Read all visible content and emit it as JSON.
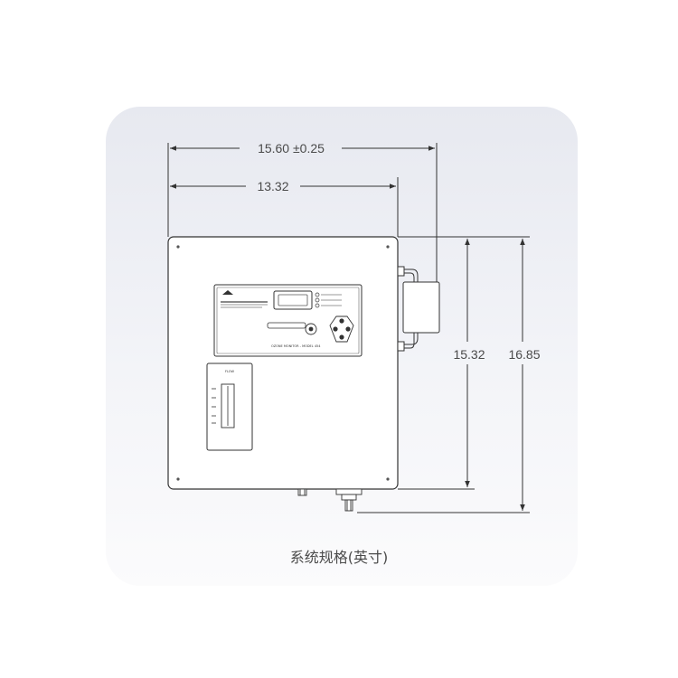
{
  "dimensions": {
    "overall_width": "15.60 ±0.25",
    "body_width": "13.32",
    "body_height": "15.32",
    "overall_height": "16.85"
  },
  "device": {
    "flow_label": "FLOW",
    "model_text": "OZONE MONITOR - MODEL 454"
  },
  "caption": "系统规格(英寸)",
  "colors": {
    "card_top": "#e7e9f0",
    "line": "#333333",
    "dimension_text": "#4a4a4a"
  }
}
